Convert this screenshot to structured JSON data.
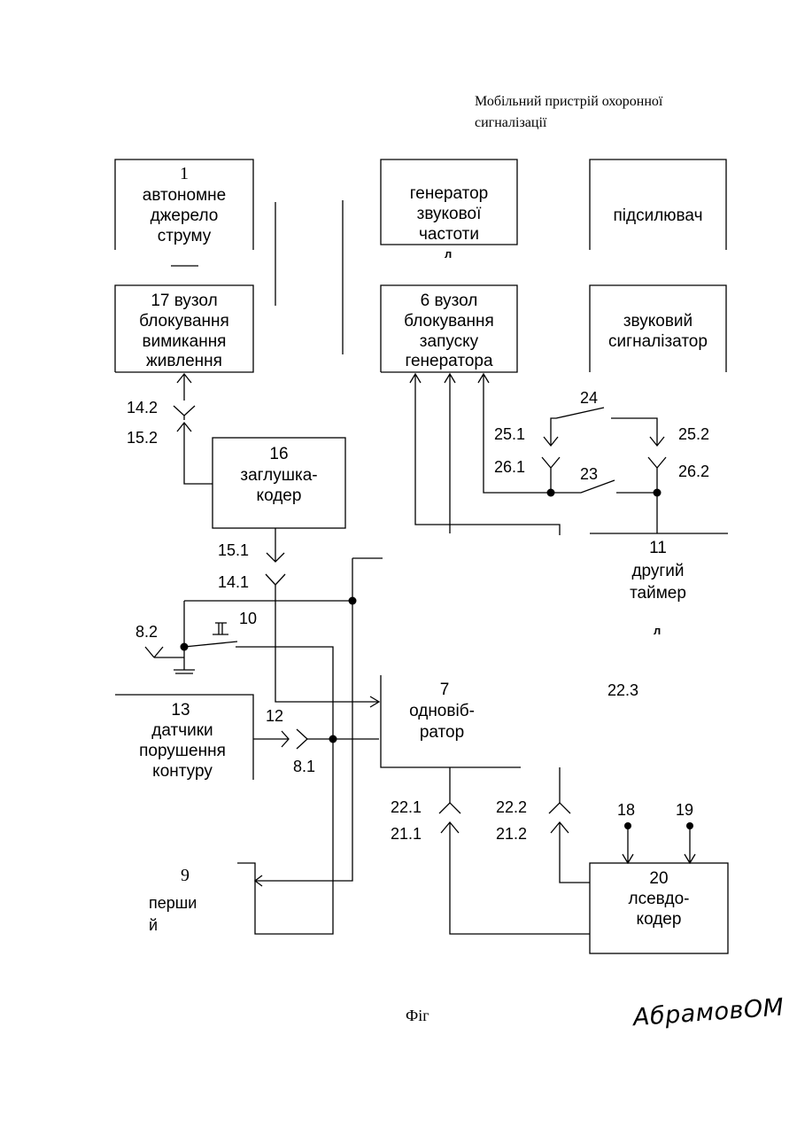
{
  "header": {
    "title_line1": "Мобільний пристрій охоронної",
    "title_line2": "сигналізації"
  },
  "blocks": {
    "b1": {
      "num": "1",
      "lines": [
        "автономне",
        "джерело",
        "струму"
      ]
    },
    "gen": {
      "lines": [
        "генератор",
        "звукової",
        "частоти"
      ],
      "sub": "л"
    },
    "amp": {
      "lines": [
        "підсилювач"
      ]
    },
    "b17": {
      "lines": [
        "17   вузол",
        "блокування",
        "вимикання",
        "живлення"
      ]
    },
    "b6": {
      "lines": [
        "6      вузол",
        "блокування",
        "запуску",
        "генератора"
      ]
    },
    "snd": {
      "lines": [
        "звуковий",
        "сигналізатор"
      ]
    },
    "b16": {
      "lines": [
        "16",
        "заглушка-",
        "кодер"
      ]
    },
    "b11": {
      "lines": [
        "11",
        "другий",
        "таймер"
      ],
      "sub": "л"
    },
    "b7": {
      "lines": [
        "7",
        "одновіб-",
        "ратор"
      ]
    },
    "b13": {
      "lines": [
        "13",
        "датчики",
        "порушення",
        "контуру"
      ]
    },
    "b9": {
      "num": "9",
      "lines": [
        "перши",
        "й"
      ]
    },
    "b20": {
      "lines": [
        "20",
        "лсевдо-",
        "кодер"
      ]
    }
  },
  "labels": {
    "l142": "14.2",
    "l152": "15.2",
    "l24": "24",
    "l251": "25.1",
    "l252": "25.2",
    "l261": "26.1",
    "l262": "26.2",
    "l23": "23",
    "l151": "15.1",
    "l141": "14.1",
    "l82": "8.2",
    "l10": "10",
    "l12": "12",
    "l81": "8.1",
    "l223": "22.3",
    "l221": "22.1",
    "l211": "21.1",
    "l222": "22.2",
    "l212": "21.2",
    "l18": "18",
    "l19": "19"
  },
  "footer": {
    "caption": "Фіг",
    "signature": "АбрамовОМ"
  }
}
